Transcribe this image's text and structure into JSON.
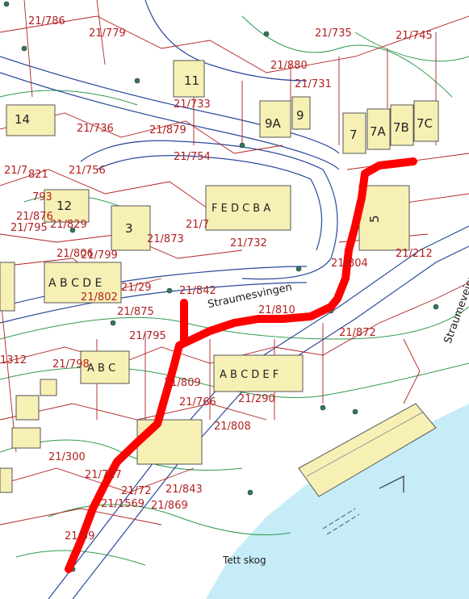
{
  "colors": {
    "paper": "#ffffff",
    "water": "#c6ecf7",
    "building_fill": "#f7f0b5",
    "building_stroke": "#555555",
    "parcel_line": "#b32020",
    "contour": "#2e9a4a",
    "road_line": "#2a4a9a",
    "route": "#ff0000"
  },
  "streets": {
    "straumesvingen": "Straumesvingen",
    "straumeveien": "Straumeveien"
  },
  "places": {
    "forest": "Tett skog"
  },
  "buildings": {
    "b11": "11",
    "b9a": "9A",
    "b9": "9",
    "b7": "7",
    "b7a": "7A",
    "b7b": "7B",
    "b7c": "7C",
    "b5": "5",
    "b14": "14",
    "b12": "12",
    "b3": "3",
    "row_abcd_top": "F E D C B A",
    "row_abcd": "A B C D E",
    "row_mid": "A B C",
    "row_right": "A B C D E F"
  },
  "parcels": [
    "21/786",
    "21/779",
    "21/735",
    "21/745",
    "21/880",
    "21/731",
    "21/733",
    "21/736",
    "21/879",
    "21/754",
    "21/756",
    "21/7",
    "821",
    "793",
    "21/829",
    "21/795",
    "21/806",
    "21/799",
    "21/7",
    "21/732",
    "21/804",
    "21/212",
    "21/29",
    "21/842",
    "21/875",
    "21/810",
    "21/795",
    "21/872",
    "21/802",
    "1312",
    "21/798",
    "21/809",
    "21/766",
    "21/290",
    "21/808",
    "21/300",
    "21/727",
    "21/72",
    "21/843",
    "21/869",
    "21/1569",
    "21/59",
    "21/873",
    "21/876"
  ]
}
